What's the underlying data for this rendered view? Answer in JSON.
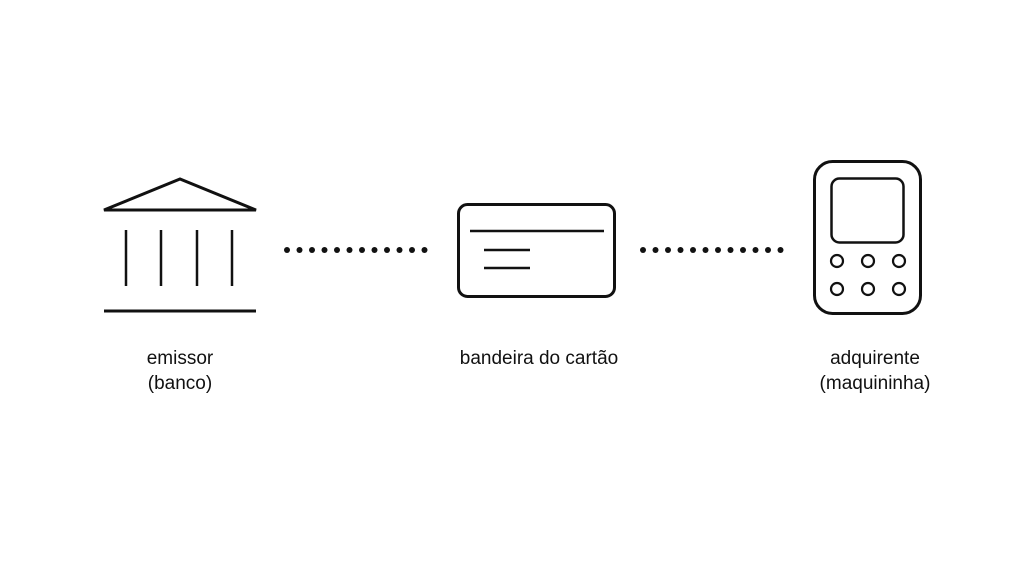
{
  "colors": {
    "background": "#ffffff",
    "stroke": "#111111"
  },
  "nodes": [
    {
      "icon": "bank-icon",
      "label_lines": [
        "emissor",
        "(banco)"
      ]
    },
    {
      "icon": "credit-card-icon",
      "label_lines": [
        "bandeira do cartão"
      ]
    },
    {
      "icon": "card-machine-icon",
      "label_lines": [
        "adquirente",
        "(maquininha)"
      ]
    }
  ],
  "connectors": [
    {
      "style": "dotted",
      "from": "emissor",
      "to": "bandeira do cartão"
    },
    {
      "style": "dotted",
      "from": "bandeira do cartão",
      "to": "adquirente"
    }
  ]
}
